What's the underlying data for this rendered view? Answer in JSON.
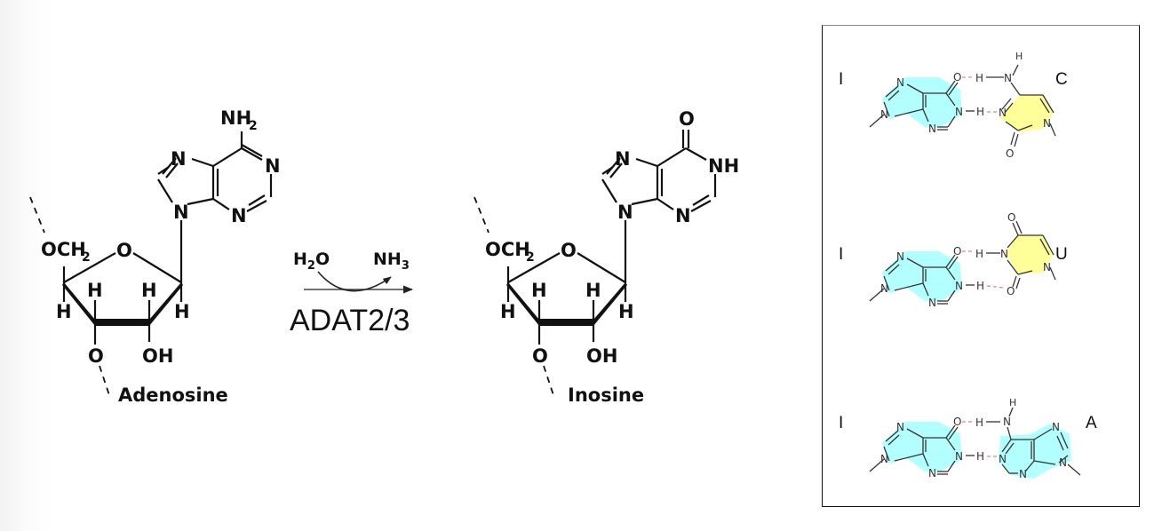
{
  "reaction": {
    "substrate": {
      "name": "Adenosine",
      "substituent": "NH2",
      "ring_atoms": [
        "N",
        "N",
        "N",
        "N"
      ],
      "sugar": {
        "och2": "OCH2",
        "ring_o": "O",
        "h_labels": [
          "H",
          "H",
          "H",
          "H"
        ],
        "o3": "O",
        "oh": "OH"
      }
    },
    "arrow": {
      "reactant_in": "H2O",
      "product_out": "NH3",
      "enzyme": "ADAT2/3"
    },
    "product": {
      "name": "Inosine",
      "substituent": "O",
      "nh": "NH",
      "ring_atoms": [
        "N",
        "N",
        "N"
      ],
      "sugar": {
        "och2": "OCH2",
        "ring_o": "O",
        "h_labels": [
          "H",
          "H",
          "H",
          "H"
        ],
        "o3": "O",
        "oh": "OH"
      }
    }
  },
  "wobble_panel": {
    "pairs": [
      {
        "left": "I",
        "right": "C",
        "right_color": "#ffff99"
      },
      {
        "left": "I",
        "right": "U",
        "right_color": "#ffff99"
      },
      {
        "left": "I",
        "right": "A",
        "right_color": "#b3ffff"
      }
    ],
    "purine_color": "#b3ffff",
    "pyrimidine_color": "#ffff99",
    "hbond_color": "#f08080"
  }
}
